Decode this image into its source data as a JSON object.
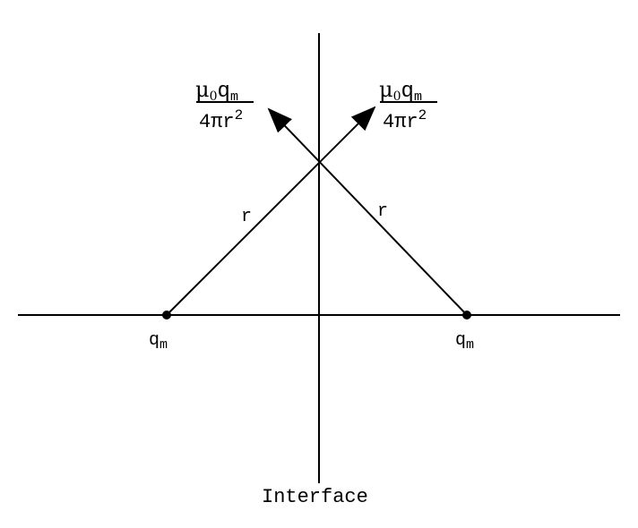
{
  "labels": {
    "charge_left": "q",
    "charge_left_sub": "m",
    "charge_right": "q",
    "charge_right_sub": "m",
    "distance_left": "r",
    "distance_right": "r",
    "interface": "Interface"
  },
  "field_expressions": {
    "left": {
      "numerator_mu": "μ",
      "numerator_mu_sub": "0",
      "numerator_q": "q",
      "numerator_q_sub": "m",
      "denominator": "4πr",
      "denominator_sup": "2"
    },
    "right": {
      "numerator_mu": "μ",
      "numerator_mu_sub": "0",
      "numerator_q": "q",
      "numerator_q_sub": "m",
      "denominator": "4πr",
      "denominator_sup": "2"
    }
  },
  "colors": {
    "stroke": "#000000",
    "background": "#ffffff"
  }
}
